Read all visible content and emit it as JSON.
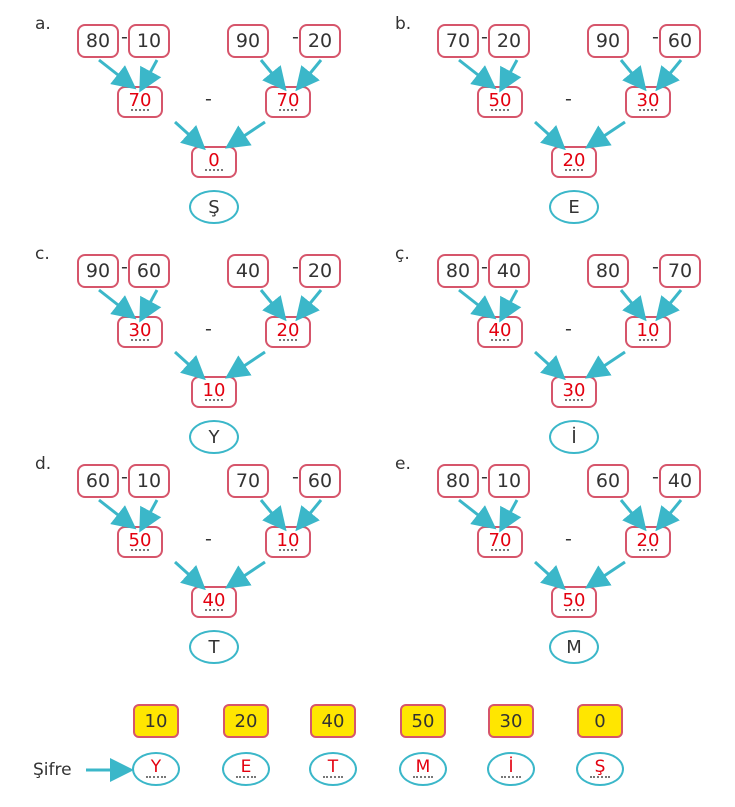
{
  "puzzles": [
    {
      "label": "a.",
      "nums": [
        "80",
        "10",
        "90",
        "20"
      ],
      "ans1": "70",
      "ans2": "70",
      "ans3": "0",
      "letter": "Ş",
      "seven": [
        false,
        false,
        false,
        false
      ]
    },
    {
      "label": "b.",
      "nums": [
        "70",
        "20",
        "90",
        "60"
      ],
      "ans1": "50",
      "ans2": "30",
      "ans3": "20",
      "letter": "E",
      "seven": [
        true,
        false,
        false,
        false
      ]
    },
    {
      "label": "c.",
      "nums": [
        "90",
        "60",
        "40",
        "20"
      ],
      "ans1": "30",
      "ans2": "20",
      "ans3": "10",
      "letter": "Y",
      "seven": [
        false,
        false,
        false,
        false
      ]
    },
    {
      "label": "ç.",
      "nums": [
        "80",
        "40",
        "80",
        "70"
      ],
      "ans1": "40",
      "ans2": "10",
      "ans3": "30",
      "letter": "İ",
      "seven": [
        false,
        false,
        false,
        true
      ]
    },
    {
      "label": "d.",
      "nums": [
        "60",
        "10",
        "70",
        "60"
      ],
      "ans1": "50",
      "ans2": "10",
      "ans3": "40",
      "letter": "T",
      "seven": [
        false,
        false,
        true,
        false
      ]
    },
    {
      "label": "e.",
      "nums": [
        "80",
        "10",
        "60",
        "40"
      ],
      "ans1": "70",
      "ans2": "20",
      "ans3": "50",
      "letter": "M",
      "seven": [
        false,
        false,
        false,
        false
      ]
    }
  ],
  "minus": "-",
  "key": {
    "numbers": [
      "10",
      "20",
      "40",
      "50",
      "30",
      "0"
    ],
    "code_label": "Şifre",
    "letters": [
      "Y",
      "E",
      "T",
      "M",
      "İ",
      "Ş"
    ]
  },
  "colors": {
    "box_border": "#d6556b",
    "oval_border": "#3bb7c9",
    "answer": "#e3000f",
    "arrow": "#3bb7c9",
    "key_fill": "#ffe600"
  }
}
